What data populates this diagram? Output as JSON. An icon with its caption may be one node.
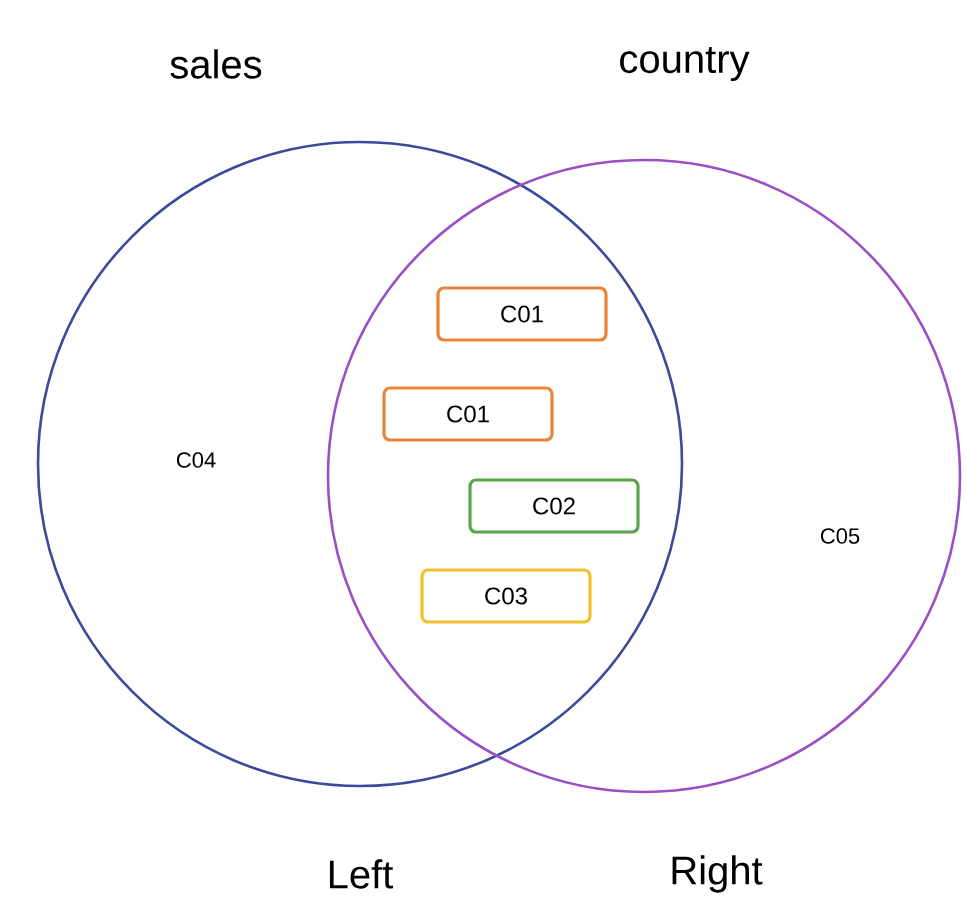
{
  "diagram": {
    "nodes": [
      {
        "text": [
          "sales",
          "C04",
          "Left"
        ]
      },
      {
        "text": [
          "country",
          "C05",
          "Right"
        ]
      },
      {
        "text": [
          "C01"
        ]
      },
      {
        "text": [
          "C01"
        ]
      },
      {
        "text": [
          "C02"
        ]
      },
      {
        "text": [
          "C03"
        ]
      }
    ]
  }
}
